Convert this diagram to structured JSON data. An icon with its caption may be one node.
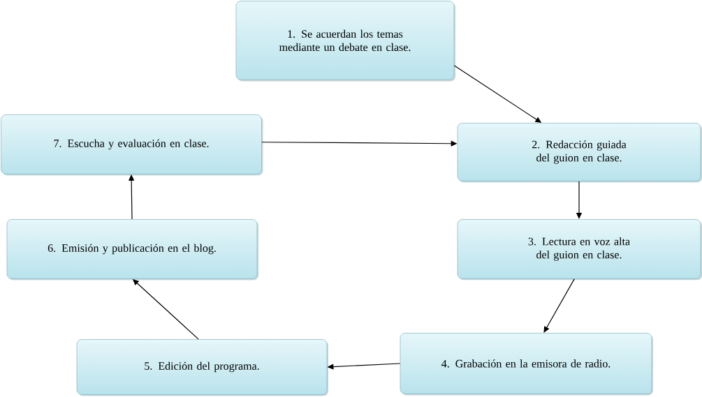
{
  "diagram": {
    "nodes": [
      {
        "text": [
          "1. Se acuerdan los temas mediante un debate en clase."
        ]
      },
      {
        "text": [
          "2. Redacción guiada del guion en clase."
        ]
      },
      {
        "text": [
          "3. Lectura en voz alta del guion en clase."
        ]
      },
      {
        "text": [
          "4. Grabación en la emisora de radio."
        ]
      },
      {
        "text": [
          "5. Edición del programa."
        ]
      },
      {
        "text": [
          "6. Emisión y publicación en el blog."
        ]
      },
      {
        "text": [
          "7. Escucha y evaluación en clase."
        ]
      }
    ],
    "edges": [
      {
        "from": 0,
        "to": 1,
        "arrow": "to"
      },
      {
        "from": 1,
        "to": 2,
        "arrow": "to"
      },
      {
        "from": 2,
        "to": 3,
        "arrow": "to"
      },
      {
        "from": 3,
        "to": 4,
        "arrow": "to"
      },
      {
        "from": 4,
        "to": 5,
        "arrow": "to"
      },
      {
        "from": 5,
        "to": 6,
        "arrow": "to"
      },
      {
        "from": 6,
        "to": 1,
        "arrow": "to"
      }
    ]
  }
}
